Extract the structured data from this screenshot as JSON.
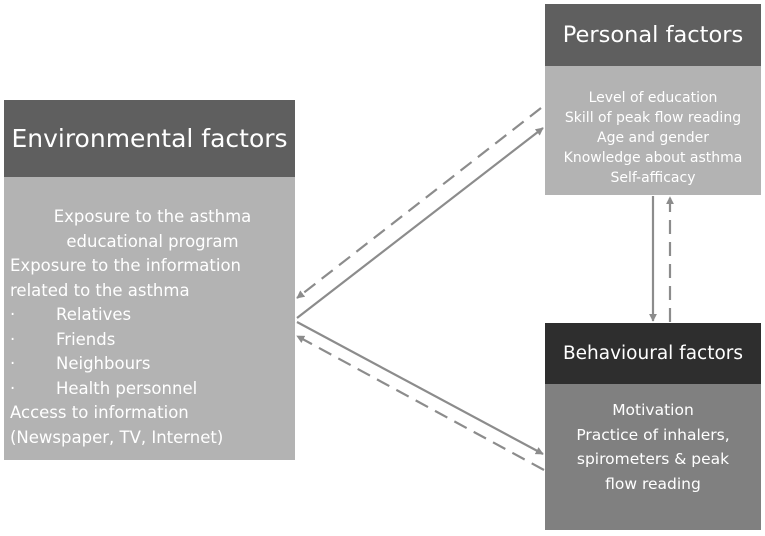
{
  "environmental": {
    "title": "Environmental factors",
    "line1": "Exposure to the asthma",
    "line2": "educational program",
    "line3": "Exposure to the information",
    "line4": "related to the asthma",
    "bullet_char": "·",
    "bullets": [
      "Relatives",
      "Friends",
      "Neighbours",
      "Health personnel"
    ],
    "line5": "Access to information",
    "line6": "(Newspaper, TV, Internet)"
  },
  "personal": {
    "title": "Personal factors",
    "items": [
      "Level of education",
      "Skill of peak flow reading",
      "Age and gender",
      "Knowledge about asthma",
      "Self-afficacy"
    ]
  },
  "behavioural": {
    "title": "Behavioural factors",
    "lines": [
      "Motivation",
      "Practice of inhalers,",
      "spirometers & peak",
      "flow reading"
    ]
  },
  "colors": {
    "header_dark": "#5f5f5f",
    "header_black": "#2e2e2e",
    "body_light": "#b3b3b3",
    "body_mid": "#808080",
    "arrow": "#8c8c8c"
  }
}
